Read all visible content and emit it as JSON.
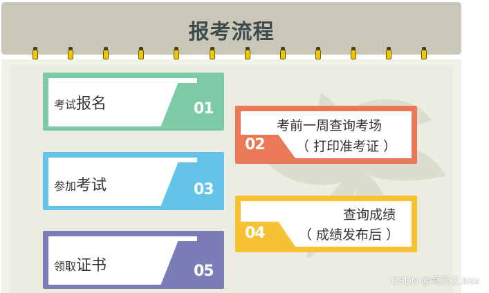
{
  "title": "报考流程",
  "steps": [
    {
      "number": "01",
      "label_small": "考试",
      "label_big": "报名",
      "color": "#7ccaa6"
    },
    {
      "number": "02",
      "line1": "考前一周查询考场",
      "line2": "（ 打印准考证 ）",
      "color": "#ea7a57"
    },
    {
      "number": "03",
      "label_small": "参加",
      "label_big": "考试",
      "color": "#63c3e8"
    },
    {
      "number": "04",
      "line1": "查询成绩",
      "line2": "（ 成绩发布后 ）",
      "color": "#f6c233"
    },
    {
      "number": "05",
      "label_small": "领取",
      "label_big": "证书",
      "color": "#7b7db8"
    }
  ],
  "watermark": "CSDN @笃行之.kiss"
}
